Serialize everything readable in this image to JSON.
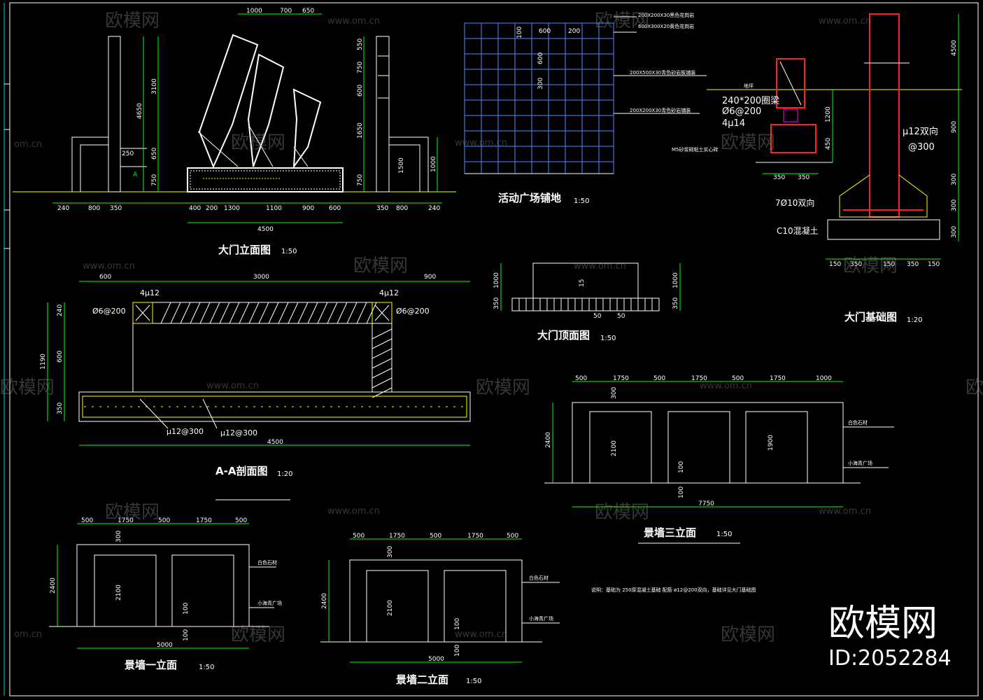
{
  "titles": {
    "gate_elevation": "大门立面图",
    "gate_elevation_scale": "1:50",
    "plaza_paving": "活动广场铺地",
    "plaza_paving_scale": "1:50",
    "gate_foundation": "大门基础图",
    "gate_foundation_scale": "1:20",
    "gate_top_view": "大门顶面图",
    "gate_top_view_scale": "1:50",
    "section_aa": "A-A剖面图",
    "section_aa_scale": "1:20",
    "wall1": "景墙一立面",
    "wall1_scale": "1:50",
    "wall2": "景墙二立面",
    "wall2_scale": "1:50",
    "wall3": "景墙三立面",
    "wall3_scale": "1:50"
  },
  "gate_elevation": {
    "top_dims": [
      "1000",
      "700",
      "650"
    ],
    "right_dims": [
      "550",
      "750",
      "600",
      "1650",
      "750"
    ],
    "left_dims": [
      "3100",
      "650",
      "750"
    ],
    "left_total": "4650",
    "column_dims": [
      "1500",
      "1000"
    ],
    "bottom_dims": [
      "240",
      "800",
      "350",
      "400",
      "200",
      "1300",
      "1100",
      "900",
      "600",
      "350",
      "800",
      "240"
    ],
    "bottom_total": "4500",
    "small_dim": "250",
    "section_mark": "A"
  },
  "plaza": {
    "dims": [
      "100",
      "600",
      "200",
      "600",
      "300"
    ],
    "labels": [
      "200X200X30黑色花岗岩",
      "600X300X20黄色花岗岩",
      "200X500X30青色砂岩板铺装",
      "200X200X30青色砂岩铺装"
    ]
  },
  "foundation": {
    "notes": [
      "240*200圈梁",
      "Ø6@200",
      "4µ14",
      "M5砂浆砌粘土实心砖",
      "µ12双向",
      "@300",
      "7Ø10双向",
      "C10混凝土"
    ],
    "right_dims": [
      "4500",
      "900",
      "300",
      "300",
      "300"
    ],
    "side_dims": [
      "1200",
      "450"
    ],
    "wall_dims": [
      "350",
      "350"
    ],
    "bottom_dims": [
      "150",
      "350",
      "150",
      "350",
      "150"
    ],
    "top_label": "地坪"
  },
  "top_view": {
    "left_dims": [
      "1000",
      "350"
    ],
    "right_dims": [
      "1000",
      "350"
    ],
    "inner_dims": [
      "15",
      "50",
      "50"
    ]
  },
  "section": {
    "top_dims": [
      "600",
      "3000",
      "900"
    ],
    "rebar_left": "4µ12",
    "rebar_right": "4µ12",
    "stirrup_left": "Ø6@200",
    "stirrup_right": "Ø6@200",
    "left_dims": [
      "240",
      "600",
      "350"
    ],
    "left_total": "1190",
    "slab_rebar_a": "µ12@300",
    "slab_rebar_b": "µ12@300",
    "bottom_total": "4500"
  },
  "wall1": {
    "top_dims": [
      "500",
      "1750",
      "500",
      "1750",
      "500"
    ],
    "height": "2400",
    "opening_h": "2100",
    "small_dims": [
      "300",
      "100",
      "100"
    ],
    "labels": [
      "白色石材",
      "小海青广场"
    ],
    "total": "5000"
  },
  "wall2": {
    "top_dims": [
      "500",
      "1750",
      "500",
      "1750",
      "500"
    ],
    "height": "2400",
    "opening_h": "2100",
    "small_dims": [
      "300",
      "100",
      "100"
    ],
    "labels": [
      "白色石材",
      "小海青广场"
    ],
    "total": "5000"
  },
  "wall3": {
    "top_dims": [
      "500",
      "1750",
      "500",
      "1750",
      "500",
      "1750",
      "1000"
    ],
    "height": "2400",
    "opening_h": [
      "2100",
      "1900"
    ],
    "small_dims": [
      "300",
      "100",
      "100"
    ],
    "labels": [
      "白色石材",
      "小海青广场"
    ],
    "total": "7750"
  },
  "note": "说明：基础为 250厚混凝土基础    配筋 ø12@200双向，基础详见大门基础图",
  "brand": {
    "name": "欧模网",
    "id": "ID:2052284",
    "watermark": "欧模网",
    "watermark_url": "www.om.cn",
    "watermark_short": "om.cn"
  },
  "colors": {
    "background": "#000000",
    "dimension": "#00ff00",
    "line": "#ffffff",
    "rebar": "#ffff00",
    "foundation_rebar": "#ff2020",
    "grid": "#4a8cff"
  }
}
